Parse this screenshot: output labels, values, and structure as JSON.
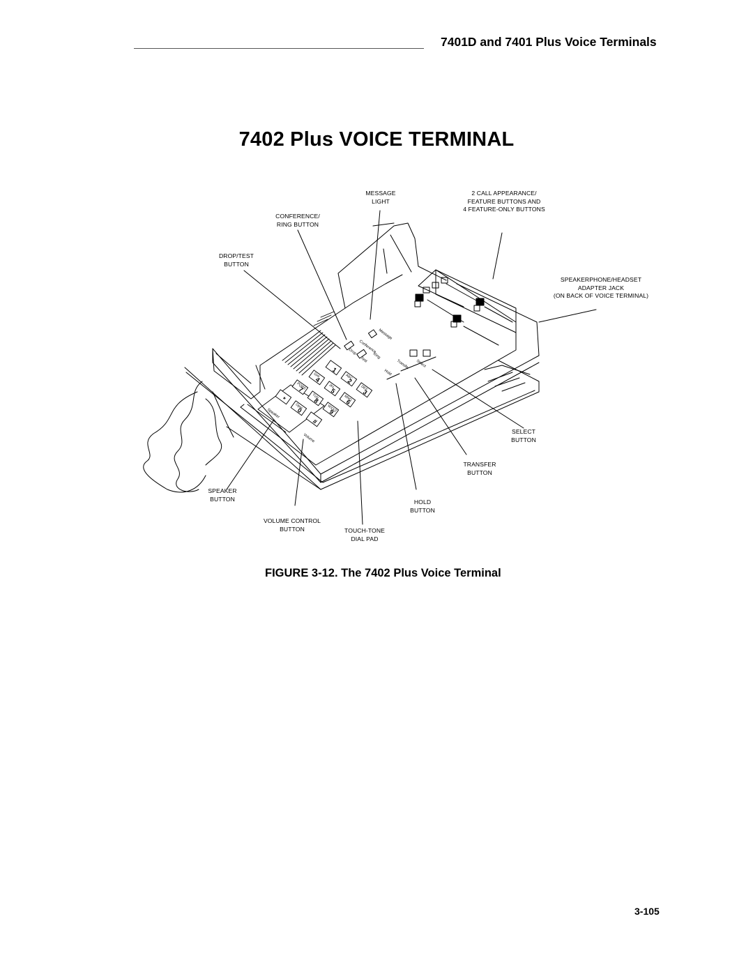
{
  "header": {
    "title": "7401D and 7401 Plus Voice Terminals"
  },
  "page_title": "7402 Plus VOICE TERMINAL",
  "figure": {
    "callouts": {
      "message_light": [
        "MESSAGE",
        "LIGHT"
      ],
      "call_appearance": [
        "2 CALL APPEARANCE/",
        "FEATURE BUTTONS AND",
        "4 FEATURE-ONLY BUTTONS"
      ],
      "conference": [
        "CONFERENCE/",
        "RING BUTTON"
      ],
      "drop_test": [
        "DROP/TEST",
        "BUTTON"
      ],
      "speakerphone": [
        "SPEAKERPHONE/HEADSET",
        "ADAPTER JACK",
        "(ON BACK OF VOICE TERMINAL)"
      ],
      "select": [
        "SELECT",
        "BUTTON"
      ],
      "transfer": [
        "TRANSFER",
        "BUTTON"
      ],
      "speaker": [
        "SPEAKER",
        "BUTTON"
      ],
      "hold": [
        "HOLD",
        "BUTTON"
      ],
      "volume": [
        "VOLUME CONTROL",
        "BUTTON"
      ],
      "dial_pad": [
        "TOUCH-TONE",
        "DIAL PAD"
      ]
    },
    "faceplate_labels": {
      "message": "Message",
      "conference": "Conference",
      "drop": "Drop",
      "test": "Test",
      "ring": "Ring",
      "transfer": "Transfer",
      "hold": "Hold",
      "select": "Select",
      "speaker": "Speaker",
      "volume": "Volume"
    },
    "keys": [
      {
        "digit": "1",
        "letters": ""
      },
      {
        "digit": "2",
        "letters": "ABC"
      },
      {
        "digit": "3",
        "letters": "DEF"
      },
      {
        "digit": "4",
        "letters": "GHI"
      },
      {
        "digit": "5",
        "letters": "JKL"
      },
      {
        "digit": "6",
        "letters": "MNO"
      },
      {
        "digit": "7",
        "letters": "PQRS"
      },
      {
        "digit": "8",
        "letters": "TUV"
      },
      {
        "digit": "9",
        "letters": "WXYZ"
      },
      {
        "digit": "*",
        "letters": ""
      },
      {
        "digit": "0",
        "letters": "Oper"
      },
      {
        "digit": "#",
        "letters": ""
      }
    ]
  },
  "caption": "FIGURE 3-12.  The 7402 Plus Voice Terminal",
  "page_number": "3-105"
}
